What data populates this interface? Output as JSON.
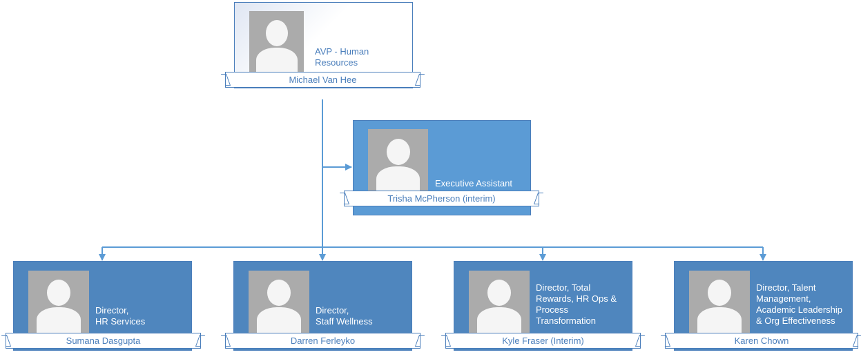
{
  "org_chart": {
    "manager": {
      "title": "AVP - Human Resources",
      "name": "Michael Van Hee"
    },
    "assistant": {
      "title": "Executive Assistant",
      "name": "Trisha McPherson (interim)"
    },
    "directors": [
      {
        "title": "Director,\nHR Services",
        "name": "Sumana Dasgupta"
      },
      {
        "title": "Director,\nStaff Wellness",
        "name": "Darren Ferleyko"
      },
      {
        "title": "Director, Total\nRewards, HR Ops &\nProcess\nTransformation",
        "name": "Kyle Fraser (Interim)"
      },
      {
        "title": "Director, Talent\nManagement,\nAcademic Leadership\n& Org Effectiveness",
        "name": "Karen Chown"
      }
    ]
  },
  "colors": {
    "line": "#5b9bd5",
    "assistant_fill": "#5b9bd5",
    "director_fill": "#4f86be",
    "text_blue": "#4a7ebb"
  },
  "icons": {
    "photo": "person-placeholder-icon"
  }
}
